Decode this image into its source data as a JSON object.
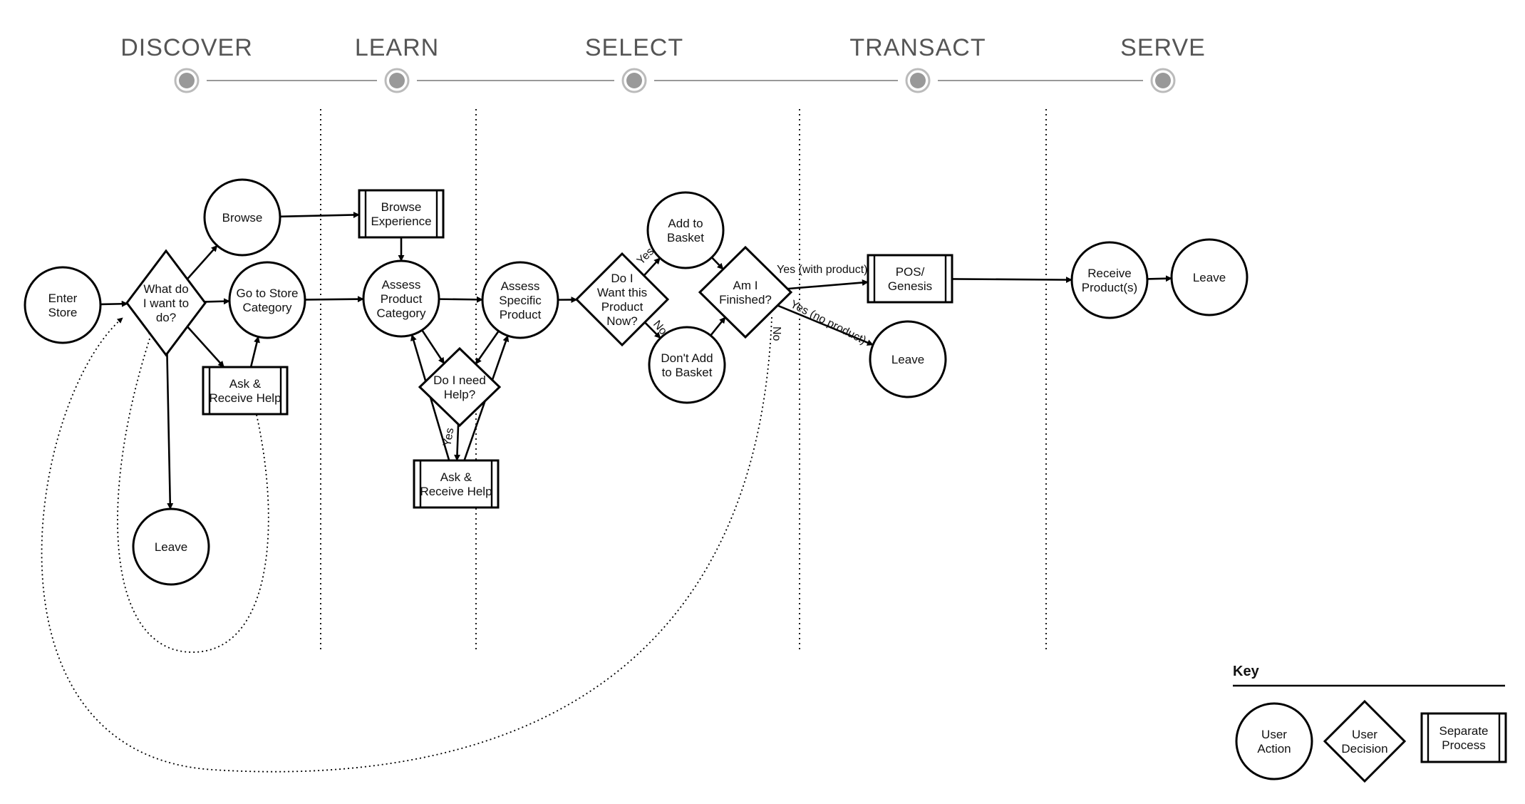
{
  "phases": [
    {
      "id": "discover",
      "label": "DISCOVER"
    },
    {
      "id": "learn",
      "label": "LEARN"
    },
    {
      "id": "select",
      "label": "SELECT"
    },
    {
      "id": "transact",
      "label": "TRANSACT"
    },
    {
      "id": "serve",
      "label": "SERVE"
    }
  ],
  "nodes": [
    {
      "id": "enter-store",
      "kind": "action",
      "lines": [
        "Enter",
        "Store"
      ]
    },
    {
      "id": "what-do-i-want",
      "kind": "decision",
      "lines": [
        "What do",
        "I want to",
        "do?"
      ]
    },
    {
      "id": "browse",
      "kind": "action",
      "lines": [
        "Browse"
      ]
    },
    {
      "id": "go-to-store-category",
      "kind": "action",
      "lines": [
        "Go to Store",
        "Category"
      ]
    },
    {
      "id": "ask-help-1",
      "kind": "process",
      "lines": [
        "Ask &",
        "Receive Help"
      ]
    },
    {
      "id": "leave-1",
      "kind": "action",
      "lines": [
        "Leave"
      ]
    },
    {
      "id": "browse-experience",
      "kind": "process",
      "lines": [
        "Browse",
        "Experience"
      ]
    },
    {
      "id": "assess-product-category",
      "kind": "action",
      "lines": [
        "Assess",
        "Product",
        "Category"
      ]
    },
    {
      "id": "do-i-need-help",
      "kind": "decision",
      "lines": [
        "Do I need",
        "Help?"
      ]
    },
    {
      "id": "ask-help-2",
      "kind": "process",
      "lines": [
        "Ask &",
        "Receive Help"
      ]
    },
    {
      "id": "assess-specific-product",
      "kind": "action",
      "lines": [
        "Assess",
        "Specific",
        "Product"
      ]
    },
    {
      "id": "do-i-want-product",
      "kind": "decision",
      "lines": [
        "Do I",
        "Want this",
        "Product",
        "Now?"
      ]
    },
    {
      "id": "add-to-basket",
      "kind": "action",
      "lines": [
        "Add to",
        "Basket"
      ]
    },
    {
      "id": "dont-add-to-basket",
      "kind": "action",
      "lines": [
        "Don't Add",
        "to Basket"
      ]
    },
    {
      "id": "am-i-finished",
      "kind": "decision",
      "lines": [
        "Am I",
        "Finished?"
      ]
    },
    {
      "id": "pos-genesis",
      "kind": "process",
      "lines": [
        "POS/",
        "Genesis"
      ]
    },
    {
      "id": "leave-2",
      "kind": "action",
      "lines": [
        "Leave"
      ]
    },
    {
      "id": "receive-products",
      "kind": "action",
      "lines": [
        "Receive",
        "Product(s)"
      ]
    },
    {
      "id": "leave-3",
      "kind": "action",
      "lines": [
        "Leave"
      ]
    }
  ],
  "edges": [
    {
      "from": "enter-store",
      "to": "what-do-i-want",
      "label": ""
    },
    {
      "from": "what-do-i-want",
      "to": "browse",
      "label": ""
    },
    {
      "from": "what-do-i-want",
      "to": "go-to-store-category",
      "label": ""
    },
    {
      "from": "what-do-i-want",
      "to": "ask-help-1",
      "label": ""
    },
    {
      "from": "what-do-i-want",
      "to": "leave-1",
      "label": ""
    },
    {
      "from": "ask-help-1",
      "to": "go-to-store-category",
      "label": ""
    },
    {
      "from": "browse",
      "to": "browse-experience",
      "label": ""
    },
    {
      "from": "browse-experience",
      "to": "assess-product-category",
      "label": ""
    },
    {
      "from": "go-to-store-category",
      "to": "assess-product-category",
      "label": ""
    },
    {
      "from": "assess-product-category",
      "to": "assess-specific-product",
      "label": ""
    },
    {
      "from": "assess-product-category",
      "to": "do-i-need-help",
      "label": ""
    },
    {
      "from": "assess-specific-product",
      "to": "do-i-need-help",
      "label": ""
    },
    {
      "from": "do-i-need-help",
      "to": "ask-help-2",
      "label": "Yes"
    },
    {
      "from": "ask-help-2",
      "to": "assess-product-category",
      "label": ""
    },
    {
      "from": "ask-help-2",
      "to": "assess-specific-product",
      "label": ""
    },
    {
      "from": "assess-specific-product",
      "to": "do-i-want-product",
      "label": ""
    },
    {
      "from": "do-i-want-product",
      "to": "add-to-basket",
      "label": "Yes"
    },
    {
      "from": "do-i-want-product",
      "to": "dont-add-to-basket",
      "label": "No"
    },
    {
      "from": "add-to-basket",
      "to": "am-i-finished",
      "label": ""
    },
    {
      "from": "dont-add-to-basket",
      "to": "am-i-finished",
      "label": ""
    },
    {
      "from": "am-i-finished",
      "to": "pos-genesis",
      "label": "Yes (with product)"
    },
    {
      "from": "am-i-finished",
      "to": "leave-2",
      "label": "Yes (no product)"
    },
    {
      "from": "am-i-finished",
      "to": "what-do-i-want",
      "label": "No",
      "style": "dotted"
    },
    {
      "from": "ask-help-1",
      "to": "what-do-i-want",
      "label": "",
      "style": "dotted"
    },
    {
      "from": "pos-genesis",
      "to": "receive-products",
      "label": ""
    },
    {
      "from": "receive-products",
      "to": "leave-3",
      "label": ""
    }
  ],
  "key": {
    "title": "Key",
    "items": [
      {
        "kind": "action",
        "lines": [
          "User",
          "Action"
        ]
      },
      {
        "kind": "decision",
        "lines": [
          "User",
          "Decision"
        ]
      },
      {
        "kind": "process",
        "lines": [
          "Separate",
          "Process"
        ]
      }
    ]
  }
}
